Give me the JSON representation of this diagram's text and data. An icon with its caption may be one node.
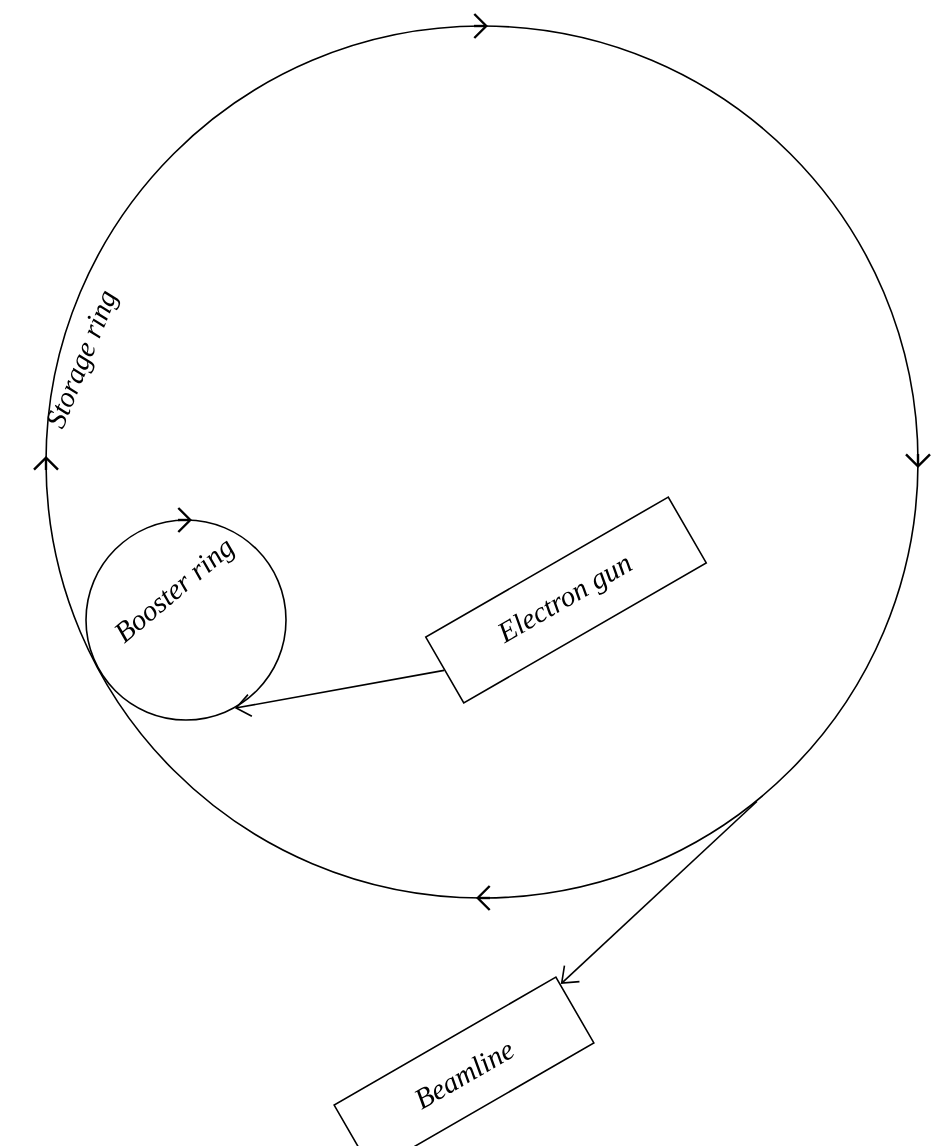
{
  "diagram": {
    "nodes": [
      {
        "text": [
          "Storage ring"
        ]
      },
      {
        "text": [
          "Booster ring"
        ],
        "in": 0
      },
      {
        "text": [
          "Electron gun"
        ],
        "in": 0
      },
      {
        "text": [
          "Beamline"
        ]
      }
    ],
    "edges": [
      {
        "from": 2,
        "to": 1,
        "arrow": "to"
      },
      {
        "from": 0,
        "to": 3,
        "arrow": "to"
      }
    ]
  }
}
